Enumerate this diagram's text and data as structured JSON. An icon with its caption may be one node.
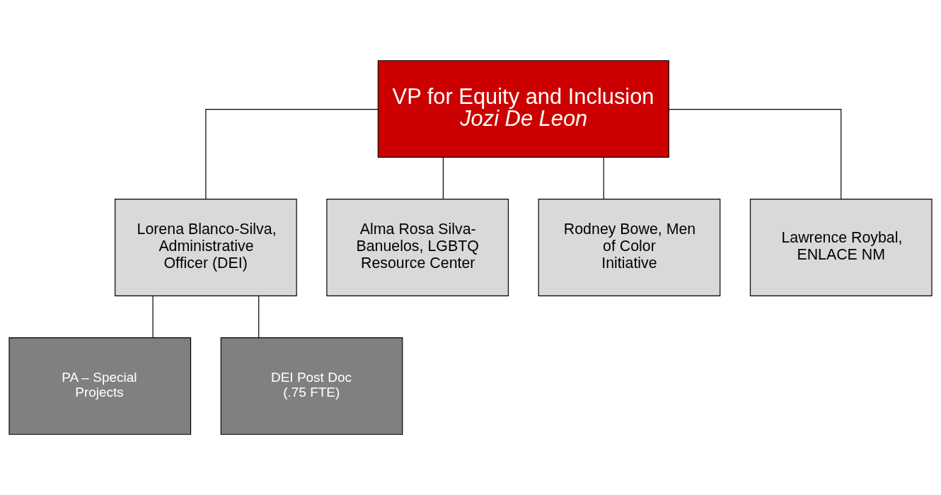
{
  "diagram": {
    "nodes": [
      {
        "text": [
          "VP for Equity and Inclusion",
          "Jozi De Leon"
        ]
      },
      {
        "text": [
          "Lorena Blanco-Silva, Administrative Officer (DEI)"
        ]
      },
      {
        "text": [
          "Alma Rosa Silva-Banuelos, LGBTQ Resource Center"
        ]
      },
      {
        "text": [
          "Rodney Bowe, Men of Color Initiative"
        ]
      },
      {
        "text": [
          "Lawrence Roybal, ENLACE NM"
        ]
      },
      {
        "text": [
          "PA – Special Projects"
        ]
      },
      {
        "text": [
          "DEI Post Doc (.75 FTE)"
        ]
      }
    ],
    "edges": [
      {
        "from": 0,
        "to": 1,
        "arrow": "none"
      },
      {
        "from": 0,
        "to": 2,
        "arrow": "none"
      },
      {
        "from": 0,
        "to": 3,
        "arrow": "none"
      },
      {
        "from": 0,
        "to": 4,
        "arrow": "none"
      },
      {
        "from": 1,
        "to": 5,
        "arrow": "none"
      },
      {
        "from": 1,
        "to": 6,
        "arrow": "none"
      }
    ]
  }
}
